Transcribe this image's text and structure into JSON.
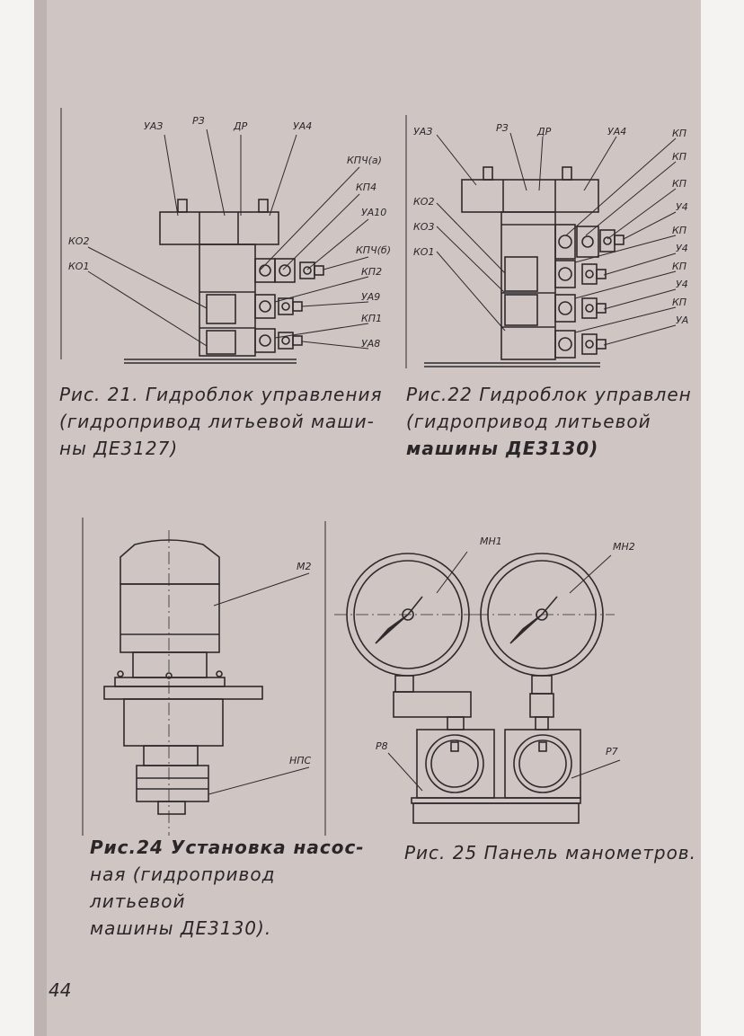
{
  "page_number": "44",
  "figures": [
    {
      "caption_lines": [
        "Рис. 21. Гидроблок управления",
        "(гидропривод литьевой маши-",
        "ны ДЕ3127)"
      ],
      "labels": [
        "УАЗ",
        "РЗ",
        "ДР",
        "УА4",
        "КПЧ(а)",
        "КП4",
        "УА10",
        "КПЧ(б)",
        "КП2",
        "УА9",
        "КП1",
        "УА8",
        "КО2",
        "КО1"
      ]
    },
    {
      "caption_lines": [
        "Рис.22 Гидроблок управлен",
        "(гидропривод литьевой",
        "машины ДЕ3130)"
      ],
      "labels": [
        "УАЗ",
        "РЗ",
        "ДР",
        "УА4",
        "КО2",
        "КО3",
        "КО1",
        "КП",
        "КП",
        "КП",
        "У4",
        "КП",
        "У4",
        "КП",
        "У4",
        "КП",
        "УА"
      ]
    },
    {
      "caption_lines": [
        "Рис.24 Установка насос-",
        "ная (гидропривод литьевой",
        "машины ДЕ3130)."
      ],
      "labels": [
        "М2",
        "НПС"
      ]
    },
    {
      "caption_lines": [
        "Рис. 25 Панель манометров."
      ],
      "labels": [
        "МН1",
        "МН2",
        "Р8",
        "Р7"
      ]
    }
  ]
}
